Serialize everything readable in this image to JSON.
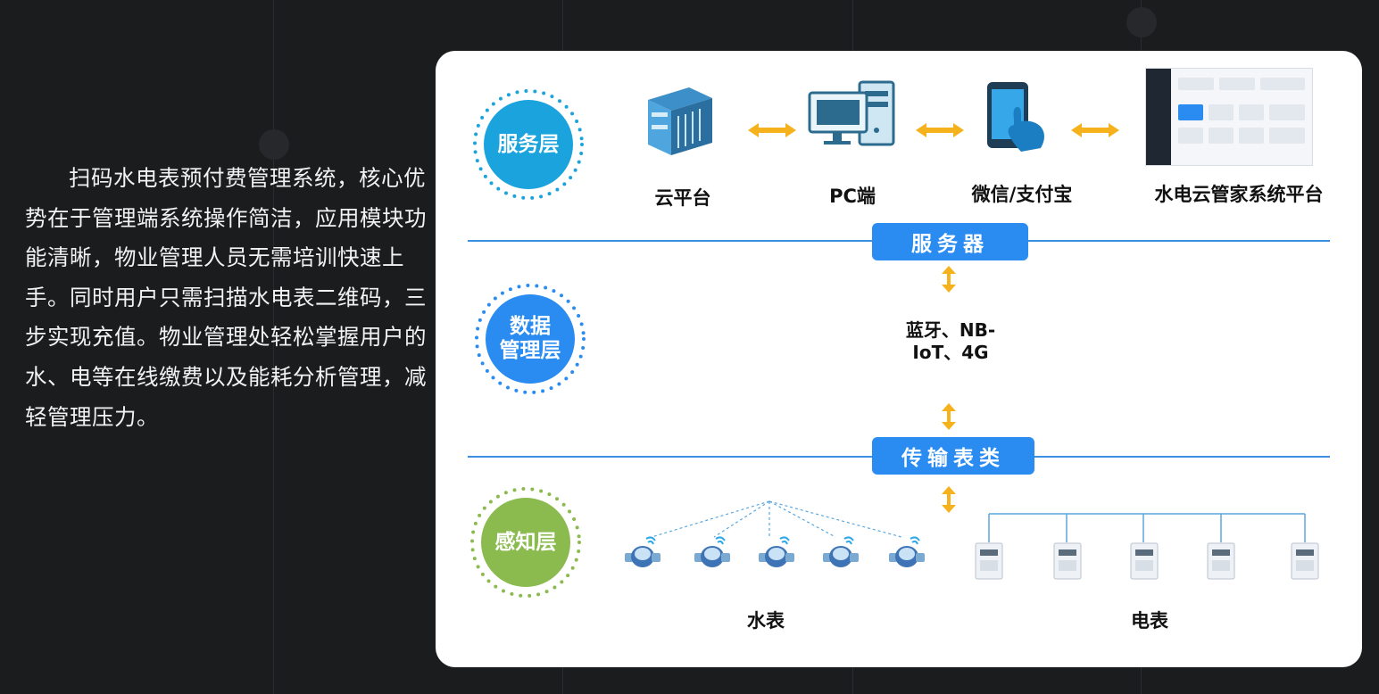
{
  "intro": {
    "text": "扫码水电表预付费管理系统，核心优势在于管理端系统操作简洁，应用模块功能清晰，物业管理人员无需培训快速上手。同时用户只需扫描水电表二维码，三步实现充值。物业管理处轻松掌握用户的水、电等在线缴费以及能耗分析管理，减轻管理压力。"
  },
  "layers": {
    "service": {
      "label": "服务层",
      "color": "#1aa3dc"
    },
    "data": {
      "label": "数据\n管理层",
      "color": "#2a8cf0"
    },
    "sensing": {
      "label": "感知层",
      "color": "#8bbb4e"
    }
  },
  "service_row": {
    "items": [
      {
        "label": "云平台",
        "icon": "server-icon"
      },
      {
        "label": "PC端",
        "icon": "desktop-pc-icon"
      },
      {
        "label": "微信/支付宝",
        "icon": "smartphone-touch-icon"
      },
      {
        "label": "水电云管家系统平台",
        "icon": "platform-screenshot-icon"
      }
    ]
  },
  "tags": {
    "server": "服务器",
    "transport": "传输表类"
  },
  "protocol": "蓝牙、NB-\nIoT、4G",
  "meters": {
    "water_label": "水表",
    "electric_label": "电表",
    "water_count": 5,
    "electric_count": 5
  },
  "colors": {
    "arrow": "#f5b21c",
    "line": "#3a8fe0",
    "accent": "#2a8cf0"
  }
}
